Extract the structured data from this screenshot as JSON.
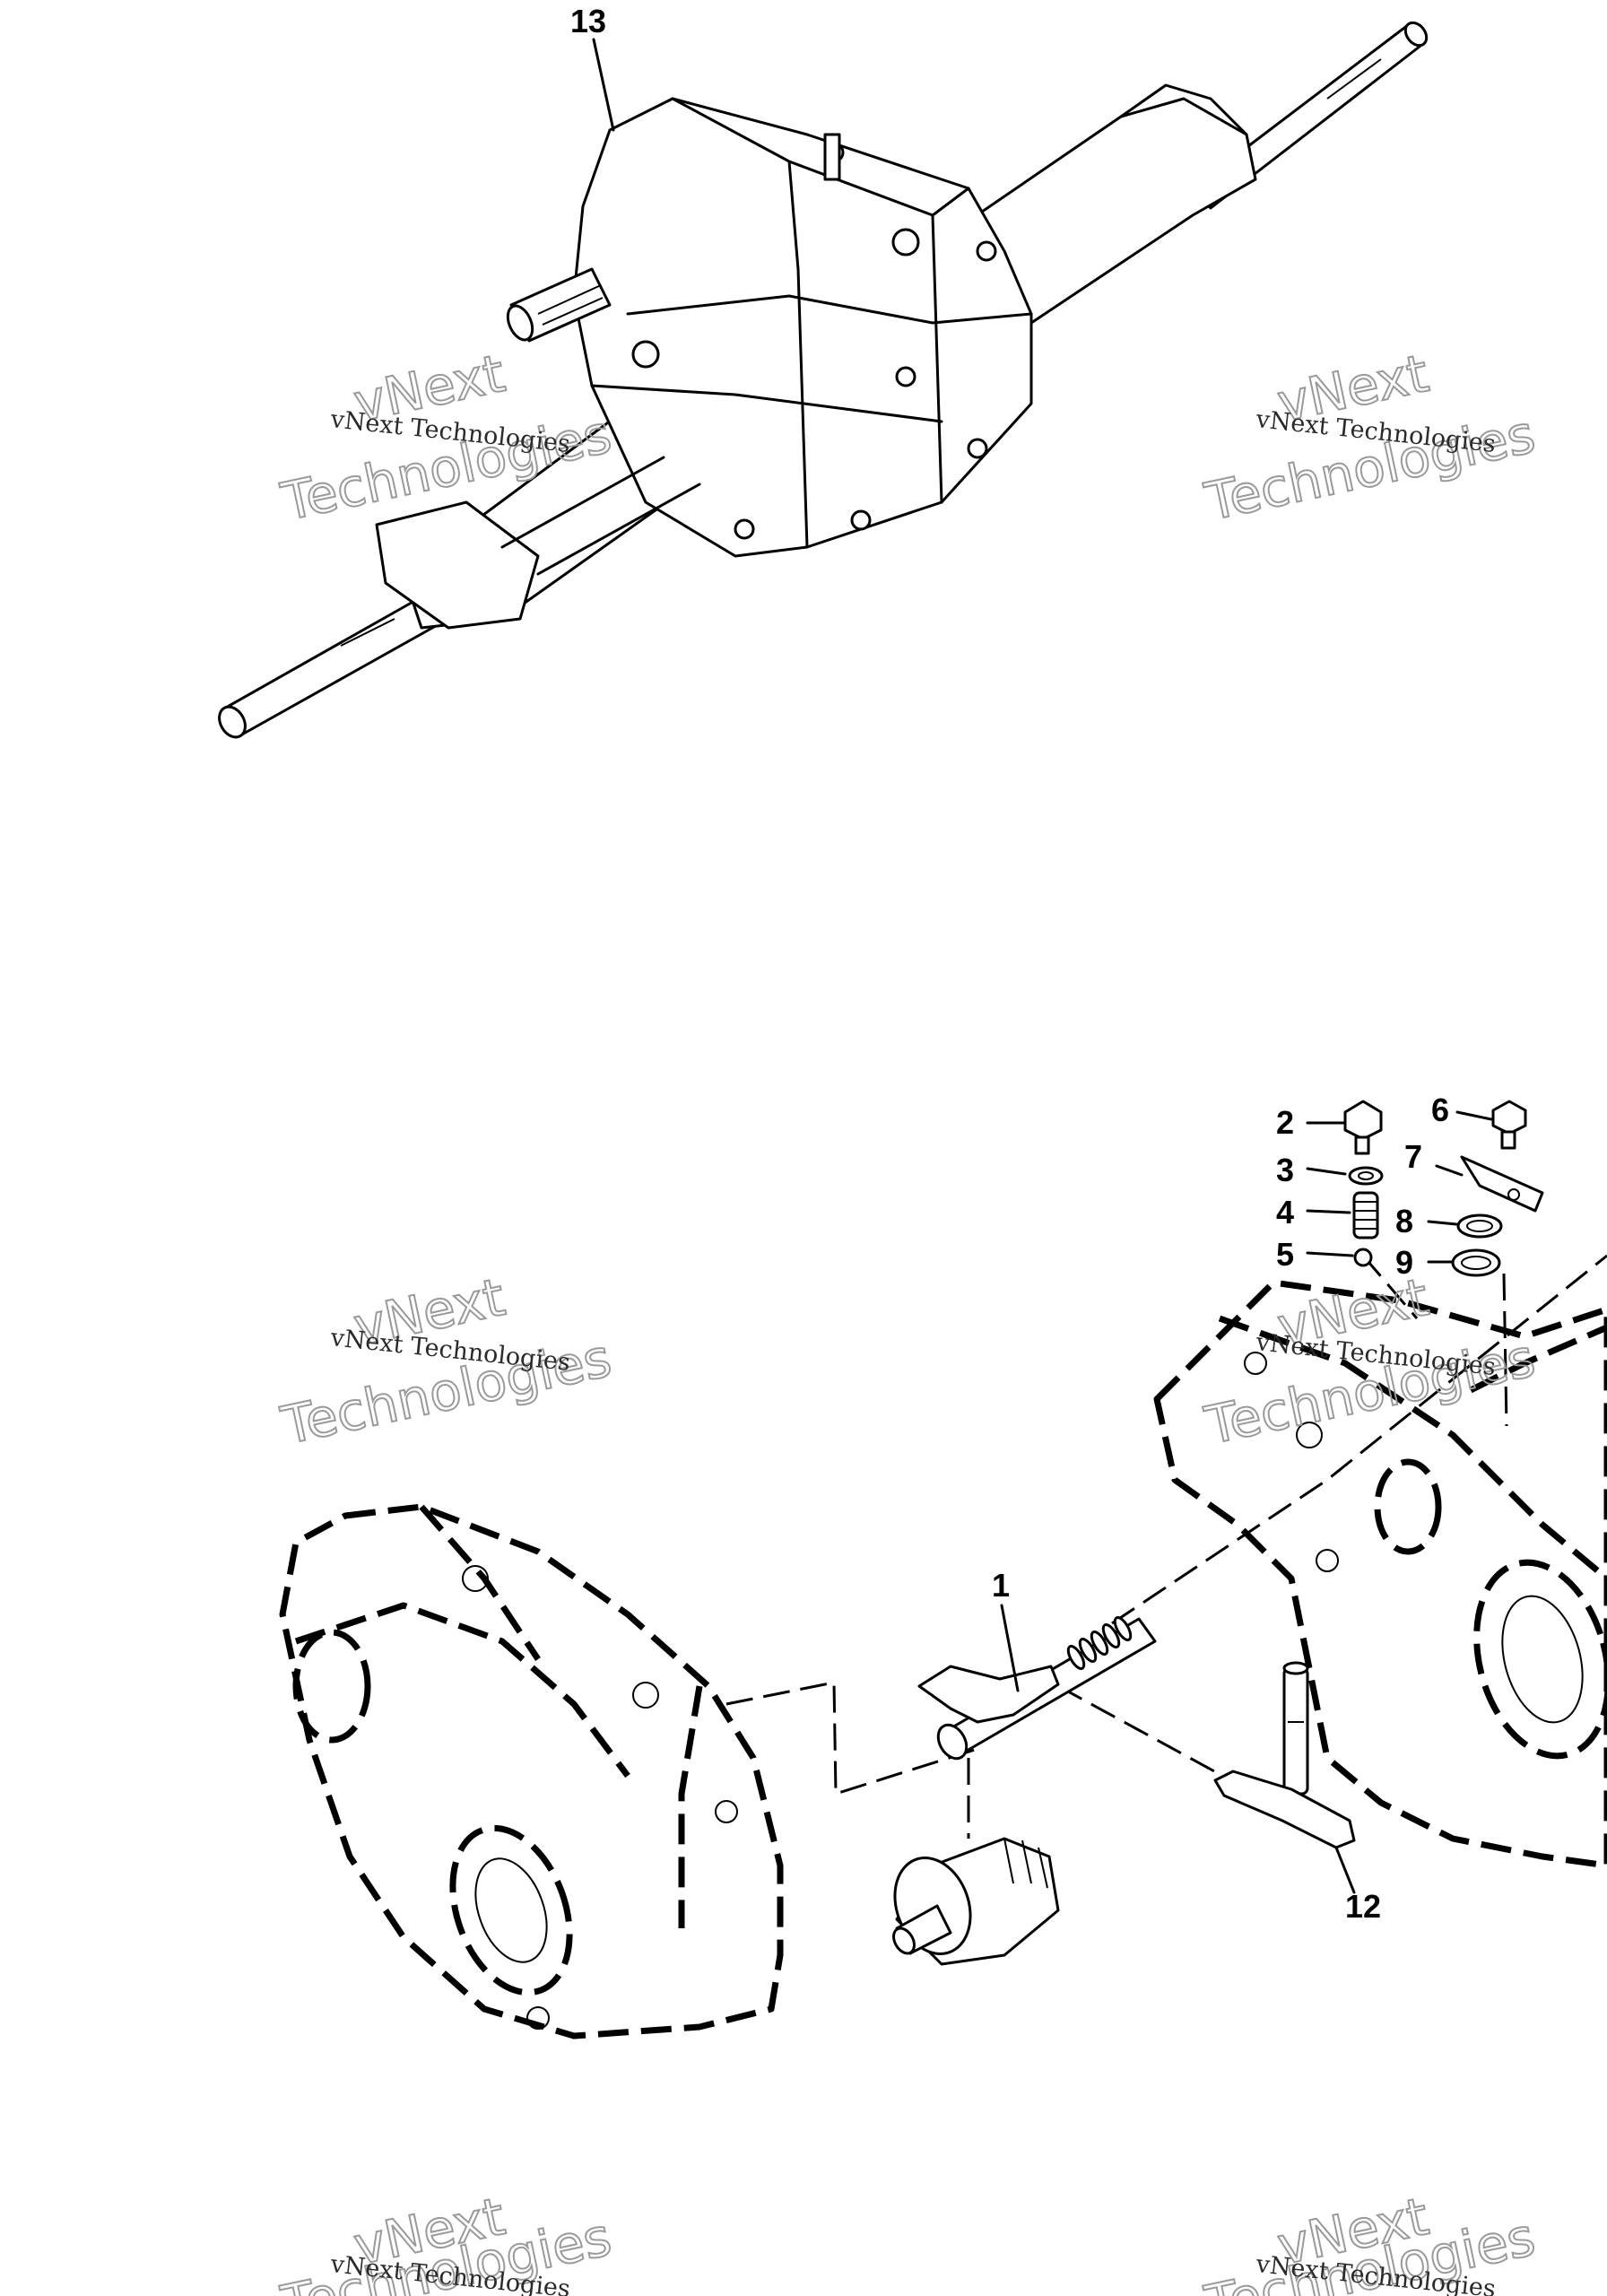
{
  "diagram": {
    "callouts": [
      {
        "id": "c1",
        "label": "1"
      },
      {
        "id": "c2",
        "label": "2"
      },
      {
        "id": "c3",
        "label": "3"
      },
      {
        "id": "c4",
        "label": "4"
      },
      {
        "id": "c5",
        "label": "5"
      },
      {
        "id": "c6",
        "label": "6"
      },
      {
        "id": "c7",
        "label": "7"
      },
      {
        "id": "c8",
        "label": "8"
      },
      {
        "id": "c9",
        "label": "9"
      },
      {
        "id": "c12",
        "label": "12"
      },
      {
        "id": "c13",
        "label": "13"
      }
    ],
    "watermark": {
      "line": "vNext Technologies",
      "word1": "vNext",
      "word2": "Technologies"
    }
  }
}
